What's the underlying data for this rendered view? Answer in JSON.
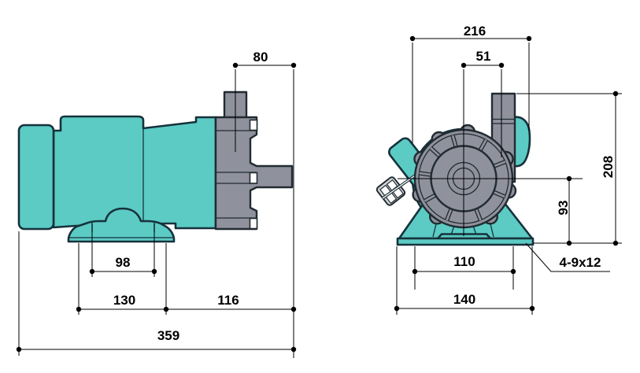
{
  "colors": {
    "pump_body_teal": "#5BCBC4",
    "pump_head_gray": "#8F919C",
    "outline_dark": "#16323B",
    "dimension_black": "#000000",
    "background": "#FFFFFF"
  },
  "side_view": {
    "dimensions": {
      "outlet_center_to_port_end": "80",
      "foot_slot_spacing": "98",
      "foot_length": "130",
      "port_overhang": "116",
      "overall_length": "359"
    }
  },
  "front_view": {
    "dimensions": {
      "overall_width": "216",
      "outlet_offset_from_center": "51",
      "overall_height": "208",
      "center_height": "93",
      "base_slot_spacing": "110",
      "base_width": "140",
      "mounting_slots": "4-9x12"
    }
  }
}
